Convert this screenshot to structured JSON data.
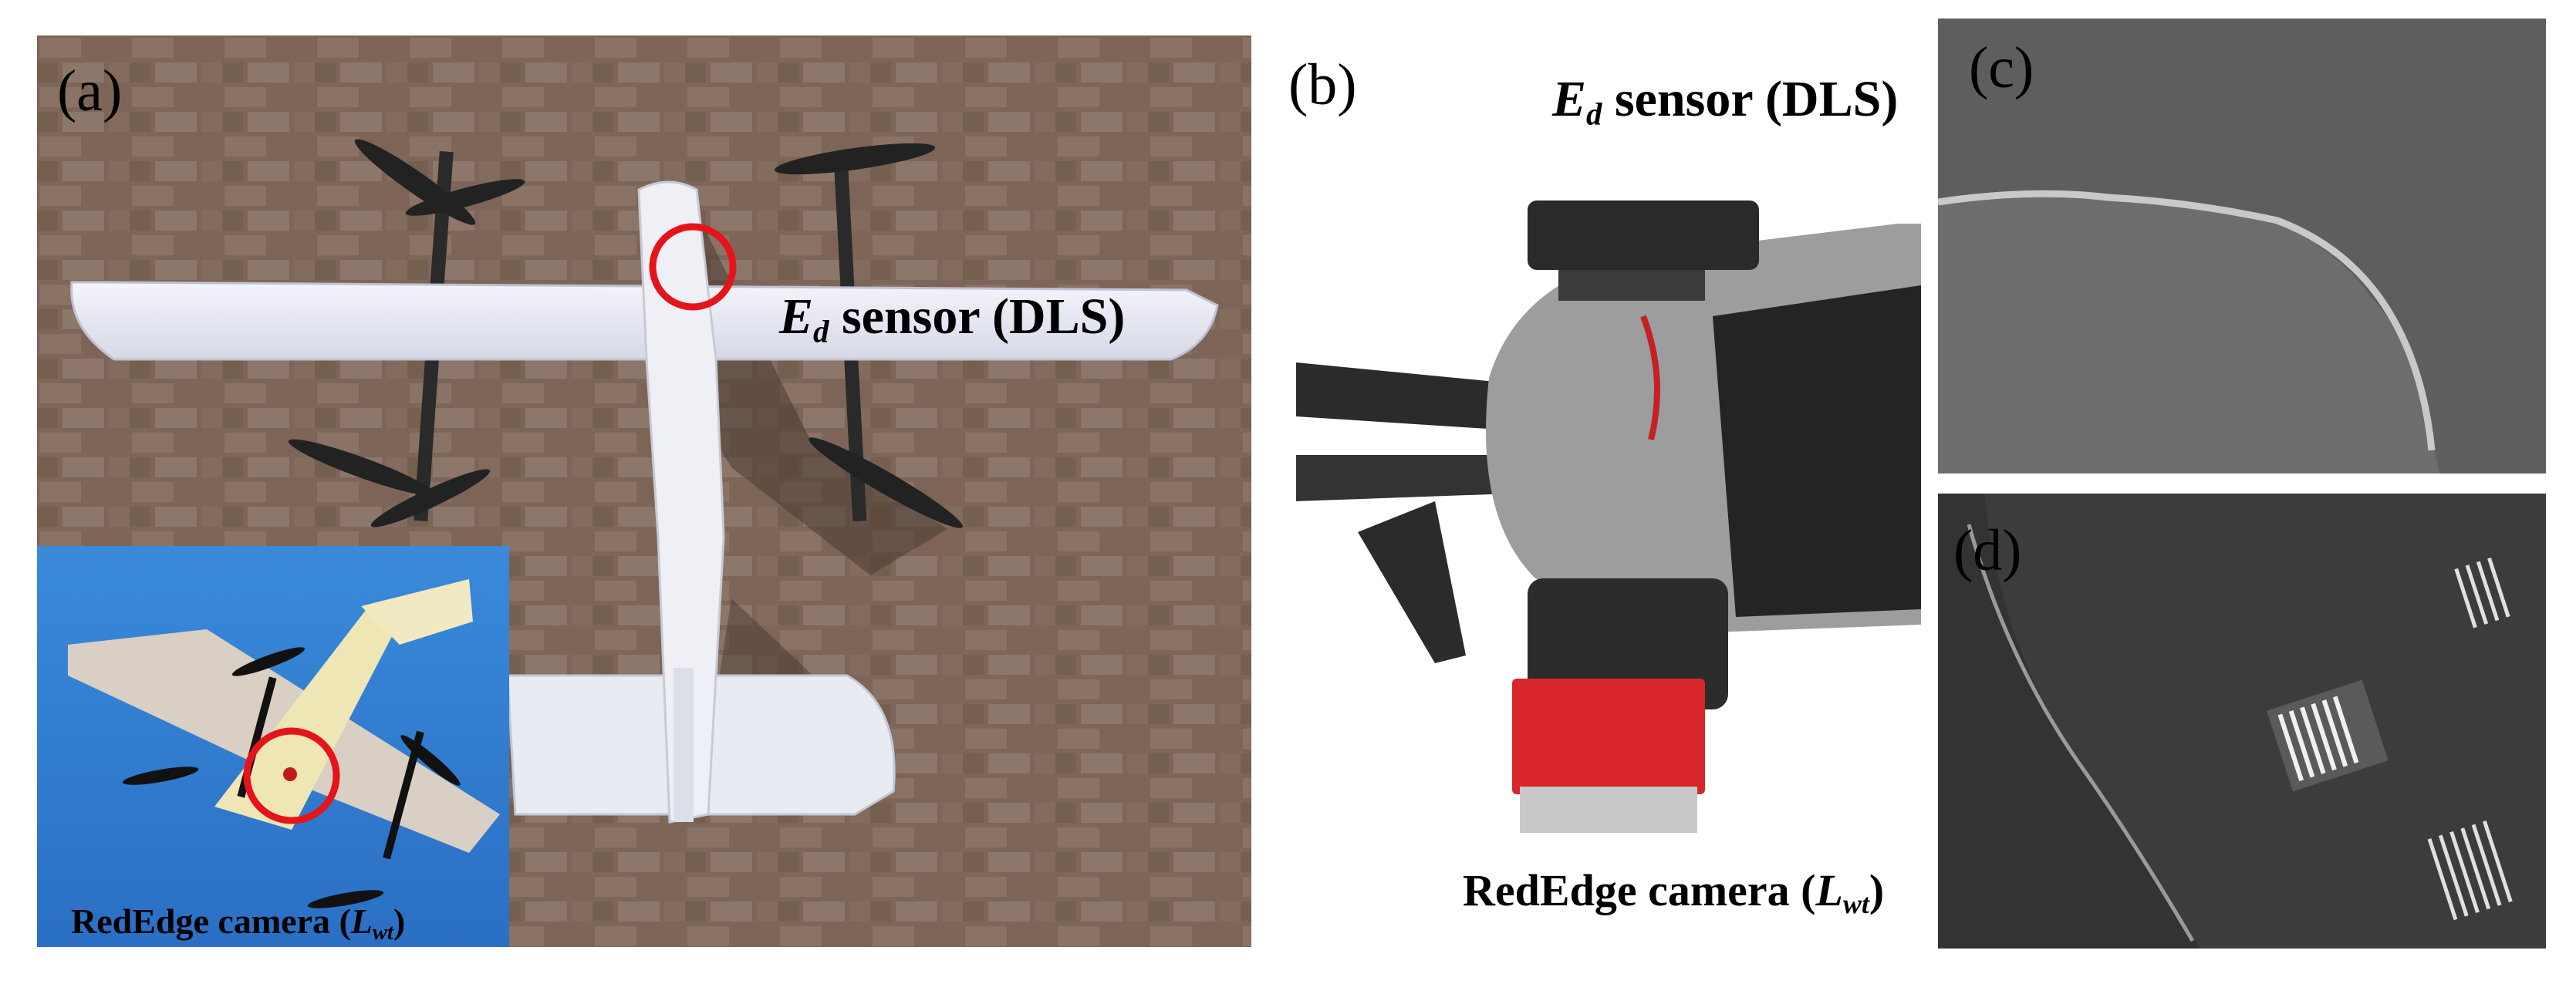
{
  "panel_a": {
    "label": "(a)",
    "sensor_caption": {
      "symbol": "E",
      "subscript": "d",
      "text": " sensor (DLS)"
    },
    "inset_caption": {
      "text": "RedEdge camera (",
      "symbol": "L",
      "subscript": "wt",
      "close": ")"
    }
  },
  "panel_b": {
    "label": "(b)",
    "sensor_caption": {
      "symbol": "E",
      "subscript": "d",
      "text": " sensor (DLS)"
    },
    "camera_caption": {
      "text": "RedEdge camera (",
      "symbol": "L",
      "subscript": "wt",
      "close": ")"
    }
  },
  "panel_c": {
    "label": "(c)"
  },
  "panel_d": {
    "label": "(d)"
  },
  "colors": {
    "highlight_circle": "#e5141b",
    "pavement": "#7b6558",
    "sky": "#2f7ed0",
    "camera_red": "#d8262a"
  }
}
